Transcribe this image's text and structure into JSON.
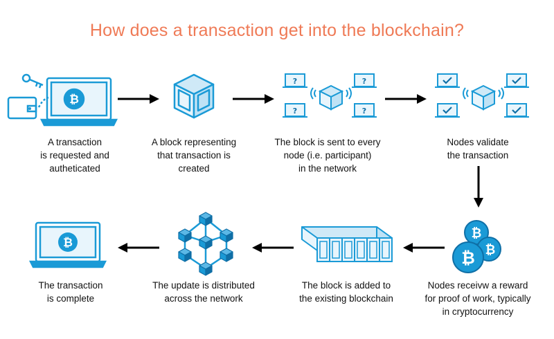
{
  "title": "How does a transaction get into the blockchain?",
  "colors": {
    "title": "#ef7a56",
    "icon": "#1a9ad6",
    "icon_dark": "#0f6fa6",
    "arrow": "#000000",
    "text": "#111111"
  },
  "steps": [
    {
      "icon": "laptop-wallet-key-bitcoin-icon",
      "lines": [
        "A transaction",
        "is requested and",
        "autheticated"
      ]
    },
    {
      "icon": "cube-block-icon",
      "lines": [
        "A block representing",
        "that transaction is",
        "created"
      ]
    },
    {
      "icon": "network-nodes-question-icon",
      "lines": [
        "The block is sent to every",
        "node (i.e. participant)",
        "in the network"
      ]
    },
    {
      "icon": "network-nodes-check-icon",
      "lines": [
        "Nodes validate",
        "the transaction"
      ]
    },
    {
      "icon": "bitcoin-coins-icon",
      "lines": [
        "Nodes receivw a reward",
        "for proof of work, typically",
        "in cryptocurrency"
      ]
    },
    {
      "icon": "blockchain-chain-icon",
      "lines": [
        "The block is added to",
        "the existing blockchain"
      ]
    },
    {
      "icon": "distributed-network-cubes-icon",
      "lines": [
        "The update is distributed",
        "across the network"
      ]
    },
    {
      "icon": "laptop-bitcoin-icon",
      "lines": [
        "The transaction",
        "is complete"
      ]
    }
  ],
  "node_marks": {
    "question": "?",
    "bitcoin": "₿"
  }
}
